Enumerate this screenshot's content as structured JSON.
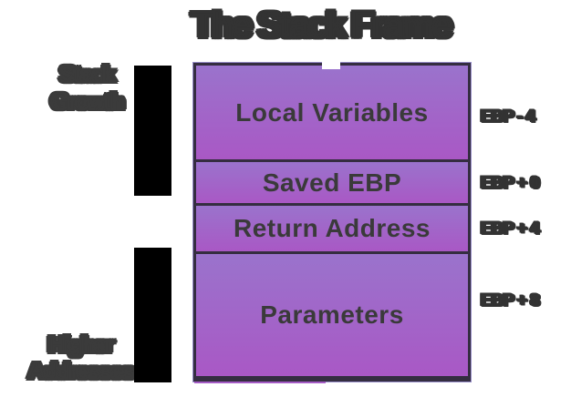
{
  "title": "The Stack Frame",
  "annotations": {
    "stack_growth": {
      "line1": "Stack",
      "line2": "Growth"
    },
    "higher_addresses": {
      "line1": "Higher",
      "line2": "Addresses"
    }
  },
  "stack": {
    "sections": [
      {
        "label": "Local Variables",
        "address": "EBP - 4"
      },
      {
        "label": "Saved EBP",
        "address": "EBP + 0"
      },
      {
        "label": "Return Address",
        "address": "EBP + 4"
      },
      {
        "label": "Parameters",
        "address": "EBP + 8"
      }
    ]
  },
  "colors": {
    "text_dark": "#333333",
    "box_border": "#342d40",
    "box_outline": "#958cc7",
    "gradient_top": "#9a73cc",
    "gradient_bottom": "#a958c5",
    "arrow_bar": "#000000",
    "background": "#ffffff"
  }
}
